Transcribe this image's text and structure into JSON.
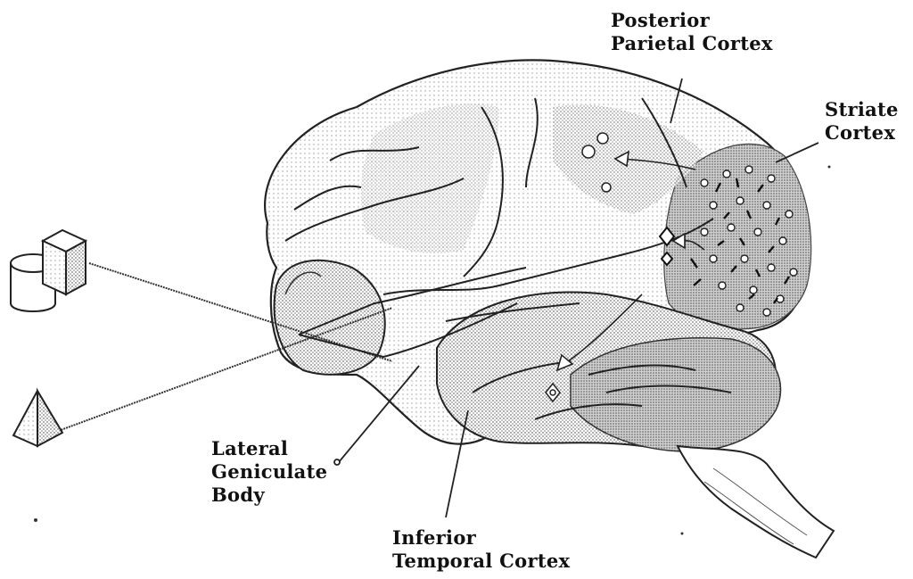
{
  "labels": {
    "posterior_parietal": [
      "Posterior",
      "Parietal Cortex"
    ],
    "striate": [
      "Striate",
      "Cortex"
    ],
    "lateral_geniculate": [
      "Lateral",
      "Geniculate",
      "Body"
    ],
    "inferior_temporal": [
      "Inferior",
      "Temporal Cortex"
    ]
  },
  "colors": {
    "ink": "#222222",
    "shade_light": "#d6d6d6",
    "shade_mid": "#b4b4b4",
    "shade_dark": "#8c8c8c",
    "background": "#ffffff"
  }
}
